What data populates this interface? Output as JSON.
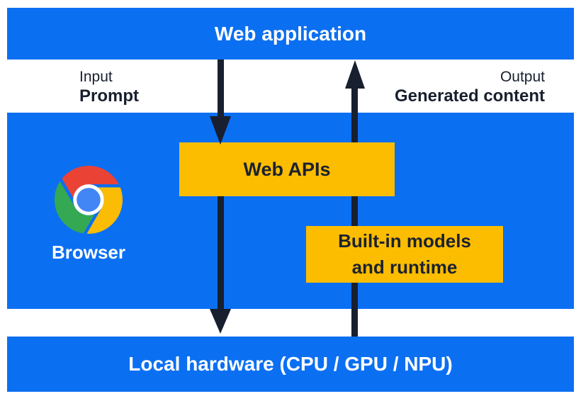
{
  "colors": {
    "band_blue": "#0b6ff2",
    "box_yellow": "#fcbd00",
    "arrow_navy": "#181f2e",
    "text_dark": "#1b2230",
    "text_white": "#ffffff",
    "chrome_red": "#ea4335",
    "chrome_green": "#34a853",
    "chrome_yellow": "#fbbc05",
    "chrome_blue": "#4285f4"
  },
  "diagram": {
    "top_bar": {
      "label": "Web application"
    },
    "flow_left": {
      "label_top": "Input",
      "label_bottom": "Prompt"
    },
    "flow_right": {
      "label_top": "Output",
      "label_bottom": "Generated content"
    },
    "browser": {
      "label": "Browser",
      "icon": "chrome-icon"
    },
    "web_apis_box": {
      "label": "Web APIs"
    },
    "models_box": {
      "line1": "Built-in models",
      "line2": "and runtime"
    },
    "bottom_bar": {
      "label": "Local hardware (CPU / GPU / NPU)"
    },
    "arrows": [
      {
        "name": "input-flow-arrow",
        "direction": "down"
      },
      {
        "name": "output-flow-arrow",
        "direction": "up"
      }
    ]
  }
}
